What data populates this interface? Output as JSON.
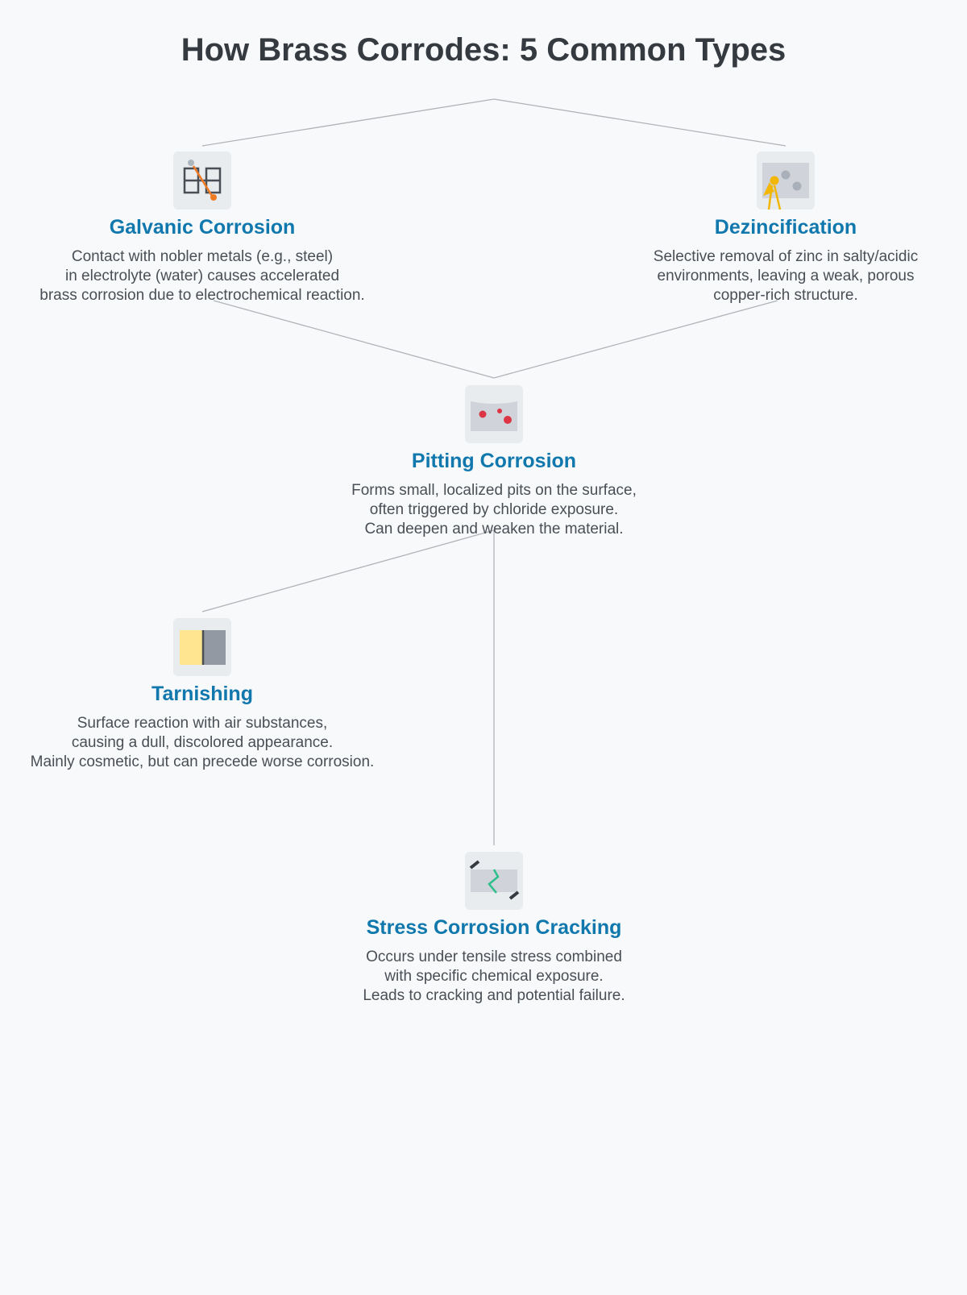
{
  "title": "How Brass Corrodes: 5 Common Types",
  "nodes": [
    {
      "id": "galvanic",
      "title": "Galvanic Corrosion",
      "icon": "galvanic-cell-icon",
      "lines": [
        "Contact with nobler metals (e.g., steel)",
        "in electrolyte (water) causes accelerated",
        "brass corrosion due to electrochemical reaction."
      ]
    },
    {
      "id": "dezincification",
      "title": "Dezincification",
      "icon": "zinc-removal-icon",
      "lines": [
        "Selective removal of zinc in salty/acidic",
        "environments, leaving a weak, porous",
        "copper-rich structure."
      ]
    },
    {
      "id": "pitting",
      "title": "Pitting Corrosion",
      "icon": "pitted-surface-icon",
      "lines": [
        "Forms small, localized pits on the surface,",
        "often triggered by chloride exposure.",
        "Can deepen and weaken the material."
      ]
    },
    {
      "id": "tarnishing",
      "title": "Tarnishing",
      "icon": "tarnish-swatch-icon",
      "lines": [
        "Surface reaction with air substances,",
        "causing a dull, discolored appearance.",
        "Mainly cosmetic, but can precede worse corrosion."
      ]
    },
    {
      "id": "scc",
      "title": "Stress Corrosion Cracking",
      "icon": "crack-icon",
      "lines": [
        "Occurs under tensile stress combined",
        "with specific chemical exposure.",
        "Leads to cracking and potential failure."
      ]
    }
  ],
  "colors": {
    "title": "#343a40",
    "heading": "#1178ad",
    "body": "#4a4f55",
    "connector": "#b0b4b8",
    "icon_bg": "#e9ecef",
    "pit_red": "#dc3545",
    "zinc_yellow": "#f2b705",
    "galvanic_orange": "#f07a22",
    "crack_green": "#2bbf8a",
    "tarnish_yellow": "#ffe58f"
  }
}
